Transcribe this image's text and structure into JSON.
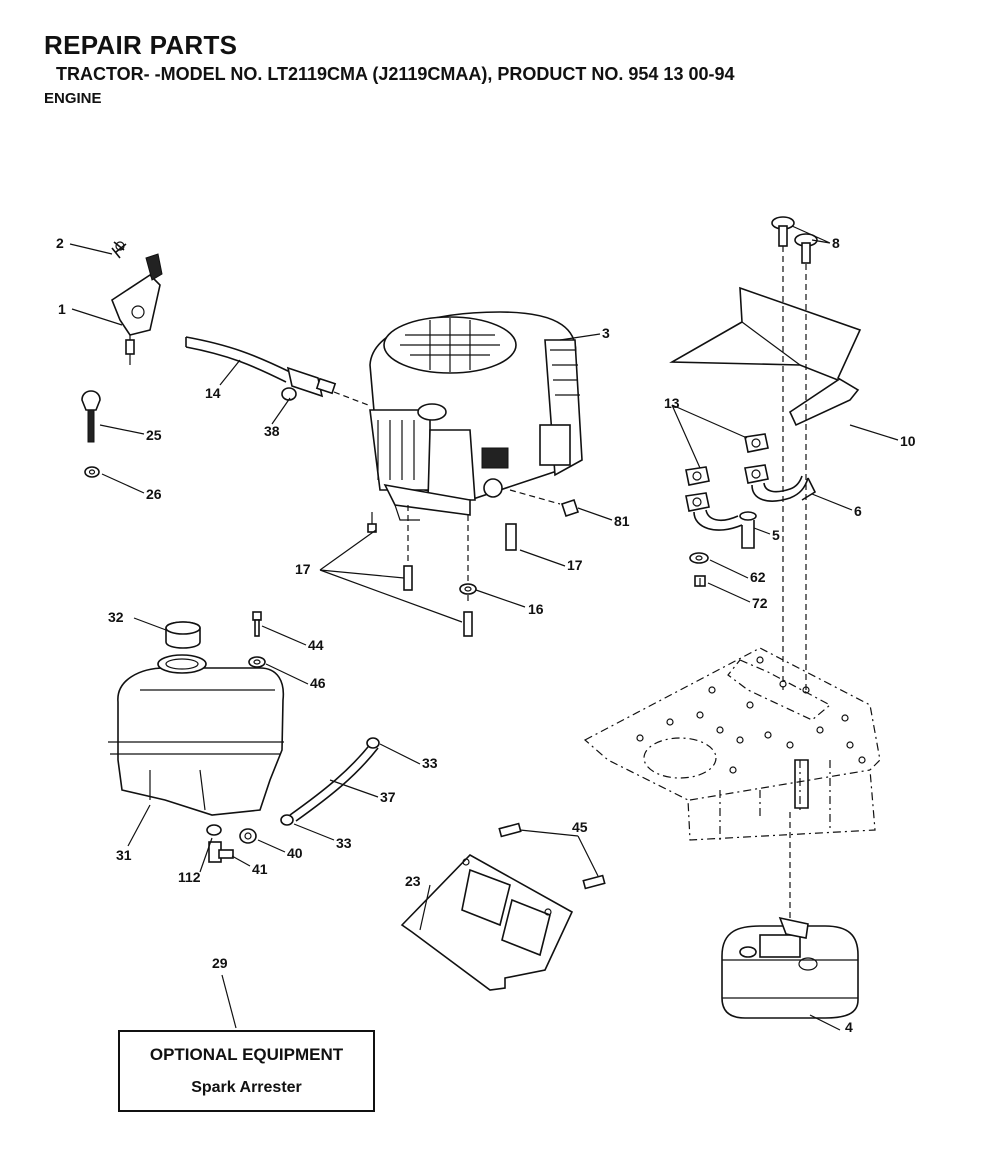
{
  "header": {
    "title": "REPAIR PARTS",
    "subtitle": "TRACTOR- -MODEL NO. LT2119CMA (J2119CMAA), PRODUCT NO. 954 13 00-94",
    "section": "ENGINE"
  },
  "callouts": {
    "c1": "1",
    "c2": "2",
    "c3": "3",
    "c4": "4",
    "c5": "5",
    "c6": "6",
    "c8": "8",
    "c10": "10",
    "c13": "13",
    "c14": "14",
    "c16": "16",
    "c17a": "17",
    "c17b": "17",
    "c23": "23",
    "c25": "25",
    "c26": "26",
    "c29": "29",
    "c31": "31",
    "c32": "32",
    "c33a": "33",
    "c33b": "33",
    "c37": "37",
    "c38": "38",
    "c40": "40",
    "c41": "41",
    "c44": "44",
    "c45": "45",
    "c46": "46",
    "c62": "62",
    "c72": "72",
    "c81": "81",
    "c112": "112"
  },
  "optional_box": {
    "heading": "OPTIONAL EQUIPMENT",
    "item": "Spark Arrester"
  }
}
